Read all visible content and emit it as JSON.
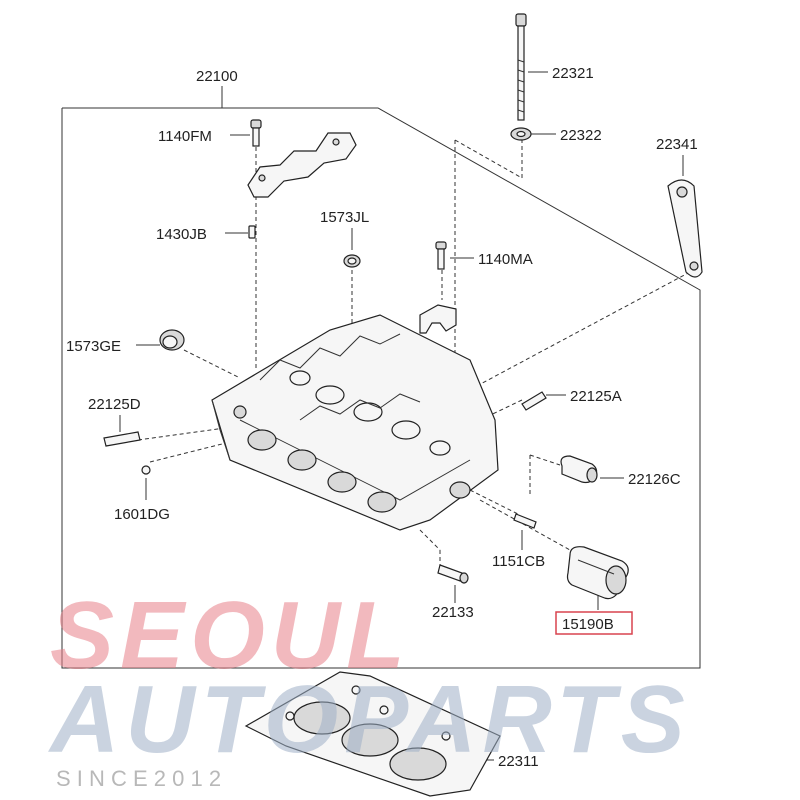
{
  "diagram": {
    "labels": {
      "head": "22100",
      "bolt_long": "22321",
      "washer": "22322",
      "bracket": "22341",
      "bolt_fm": "1140FM",
      "pin_jb": "1430JB",
      "seal_jl": "1573JL",
      "bolt_ma": "1140MA",
      "plug_ge": "1573GE",
      "stud_a": "22125A",
      "stud_d": "22125D",
      "pin_dg": "1601DG",
      "guide_c": "22126C",
      "stud_cb": "1151CB",
      "stud_133": "22133",
      "lifter": "15190B",
      "gasket": "22311"
    },
    "highlight_color": "#d9434f"
  },
  "watermark": {
    "line1": "SEOUL",
    "line2": "AUTOPARTS",
    "since": "S  I  N  C  E     2  0  1  2"
  }
}
